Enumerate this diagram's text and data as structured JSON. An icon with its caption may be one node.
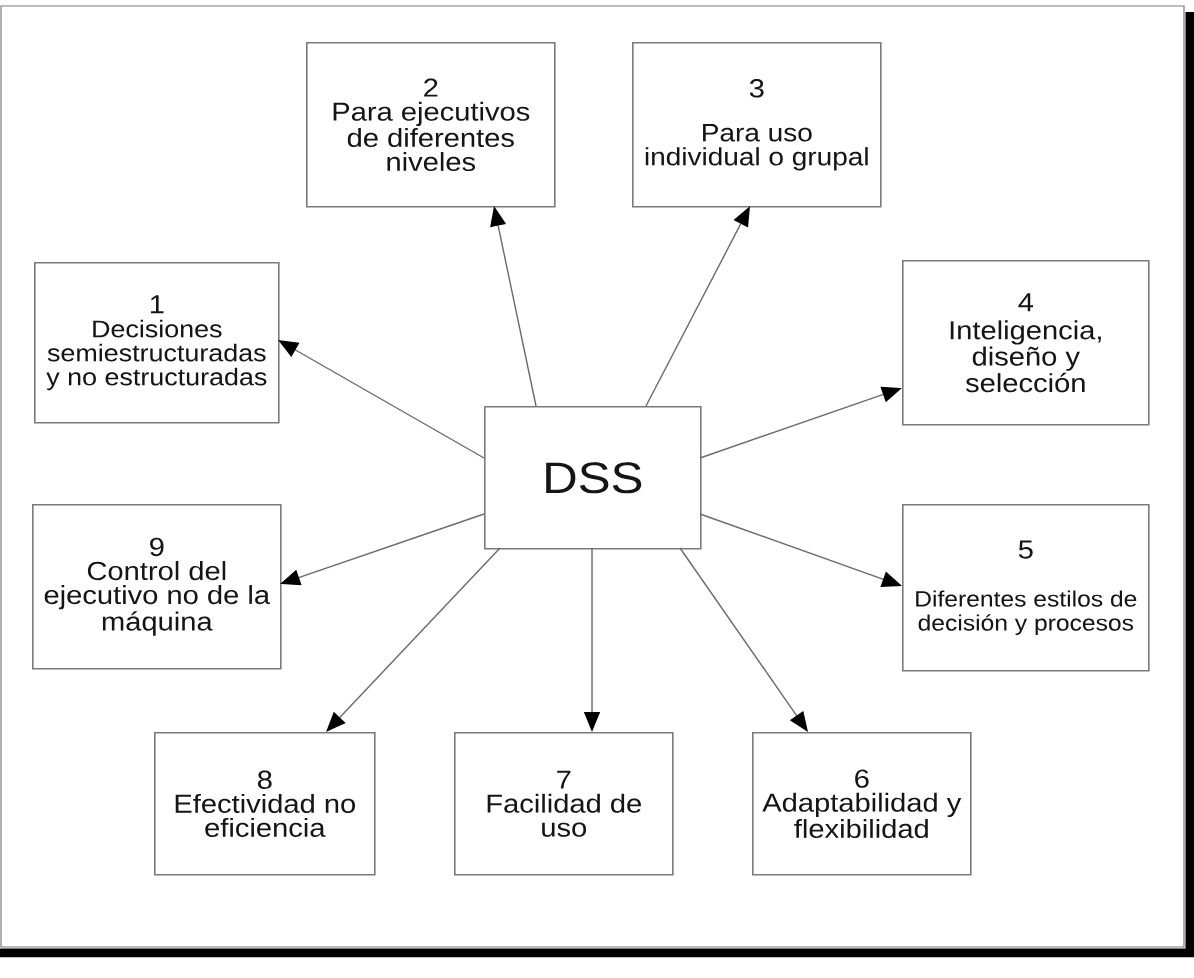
{
  "diagram": {
    "nodes": [
      {
        "text": [
          "2",
          "Para ejecutivos de diferentes niveles"
        ]
      },
      {
        "text": [
          "3",
          "Para uso individual o grupal"
        ]
      },
      {
        "text": [
          "1",
          "Decisiones semiestructuradas y no estructuradas"
        ]
      },
      {
        "text": [
          "4",
          "Inteligencia, diseño y selección"
        ]
      },
      {
        "text": [
          "DSS"
        ]
      },
      {
        "text": [
          "9",
          "Control del ejecutivo no de la máquina"
        ]
      },
      {
        "text": [
          "5",
          "Diferentes estilos de decisión y procesos"
        ]
      },
      {
        "text": [
          "8",
          "Efectividad no eficiencia"
        ]
      },
      {
        "text": [
          "7",
          "Facilidad de uso"
        ]
      },
      {
        "text": [
          "6",
          "Adaptabilidad y flexibilidad"
        ]
      }
    ],
    "edges": [
      {
        "from": 4,
        "to": 2,
        "arrow": "to"
      },
      {
        "from": 4,
        "to": 0,
        "arrow": "to"
      },
      {
        "from": 4,
        "to": 1,
        "arrow": "to"
      },
      {
        "from": 4,
        "to": 3,
        "arrow": "to"
      },
      {
        "from": 4,
        "to": 6,
        "arrow": "to"
      },
      {
        "from": 4,
        "to": 9,
        "arrow": "to"
      },
      {
        "from": 4,
        "to": 8,
        "arrow": "to"
      },
      {
        "from": 4,
        "to": 7,
        "arrow": "to"
      },
      {
        "from": 4,
        "to": 5,
        "arrow": "to"
      }
    ]
  }
}
